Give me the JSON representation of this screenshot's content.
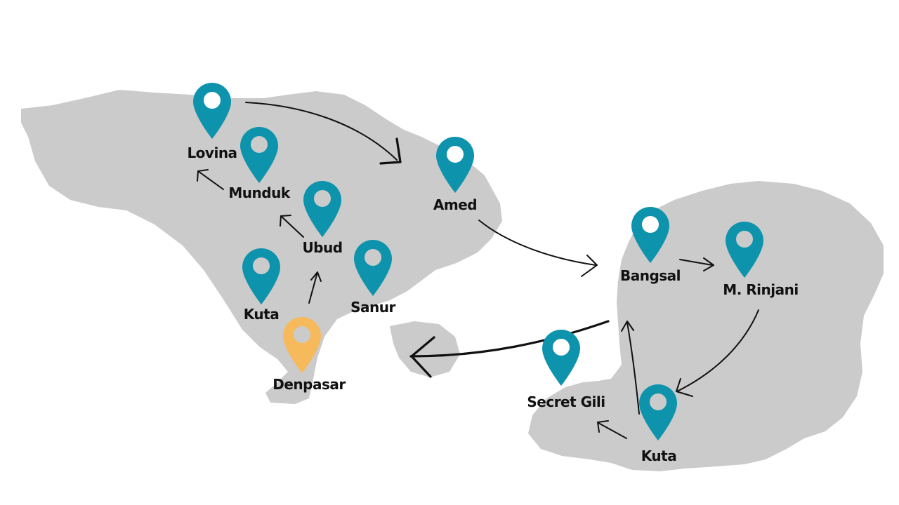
{
  "colors": {
    "land": "#cbcbcb",
    "pin_stop": "#0e93ad",
    "pin_start": "#f6b95c",
    "route": "#111111"
  },
  "icons": {
    "stop": "map-pin-icon",
    "start": "map-pin-icon"
  },
  "stops": {
    "lovina": {
      "label": "Lovina",
      "kind": "stop"
    },
    "munduk": {
      "label": "Munduk",
      "kind": "stop"
    },
    "ubud": {
      "label": "Ubud",
      "kind": "stop"
    },
    "kuta_bali": {
      "label": "Kuta",
      "kind": "stop"
    },
    "sanur": {
      "label": "Sanur",
      "kind": "stop"
    },
    "denpasar": {
      "label": "Denpasar",
      "kind": "start"
    },
    "amed": {
      "label": "Amed",
      "kind": "stop"
    },
    "bangsal": {
      "label": "Bangsal",
      "kind": "stop"
    },
    "rinjani": {
      "label": "M. Rinjani",
      "kind": "stop"
    },
    "secret_gili": {
      "label": "Secret Gili",
      "kind": "stop"
    },
    "kuta_lombok": {
      "label": "Kuta",
      "kind": "stop"
    }
  }
}
